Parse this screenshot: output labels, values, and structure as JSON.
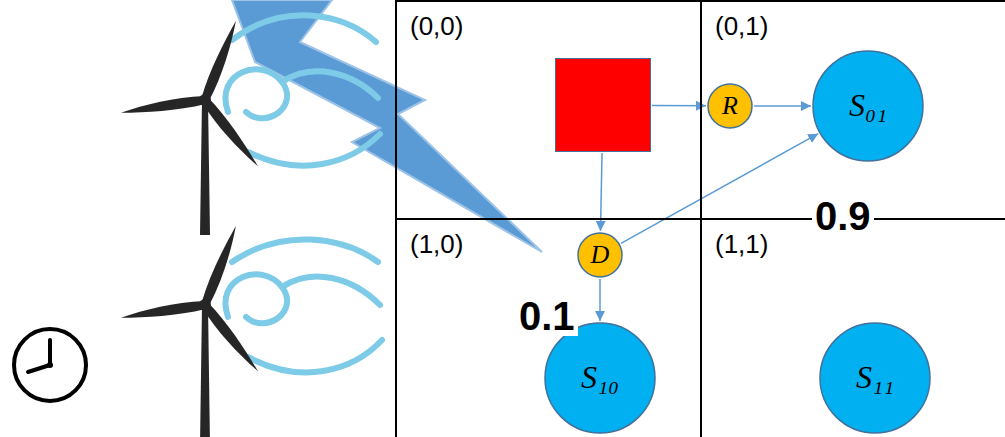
{
  "diagram": {
    "nodes": [
      {
        "text": [
          "(0,0)"
        ]
      },
      {
        "text": [],
        "in": 0
      },
      {
        "text": [
          "(0,1)"
        ]
      },
      {
        "text": [
          "R"
        ],
        "in": 2
      },
      {
        "text": [
          "S₀₁"
        ],
        "in": 2
      },
      {
        "text": [
          "(1,0)"
        ]
      },
      {
        "text": [
          "D"
        ],
        "in": 5
      },
      {
        "text": [
          "S₁₀"
        ],
        "in": 5
      },
      {
        "text": [
          "(1,1)"
        ]
      },
      {
        "text": [
          "S₁₁"
        ],
        "in": 8
      }
    ],
    "edges": [
      {
        "from": 1,
        "to": 3,
        "arrow": "to"
      },
      {
        "from": 3,
        "to": 4,
        "arrow": "to"
      },
      {
        "from": 1,
        "to": 6,
        "arrow": "to"
      },
      {
        "from": 6,
        "to": 4,
        "arrow": "to",
        "label": "0.9"
      },
      {
        "from": 6,
        "to": 7,
        "arrow": "to",
        "label": "0.1"
      }
    ]
  }
}
